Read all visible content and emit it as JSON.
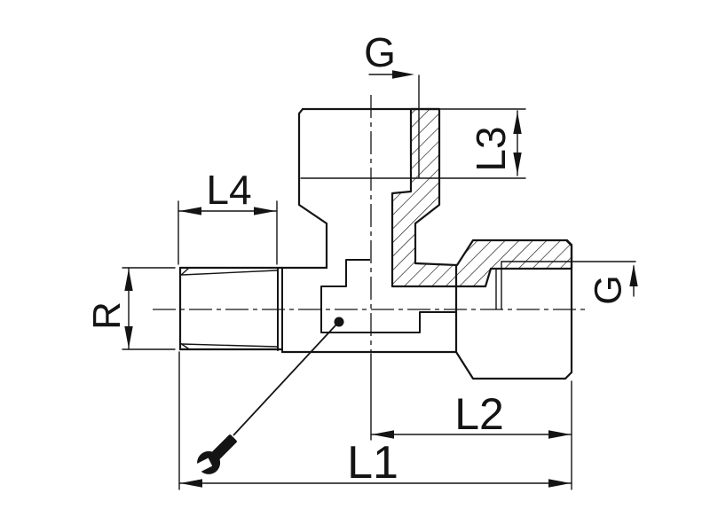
{
  "canvas": {
    "background": "#ffffff",
    "stroke_color": "#141414",
    "description": "Sectioned engineering drawing of a male branch tee pipe fitting with thread and length dimensions"
  },
  "drawing": {
    "labels": [
      {
        "id": "thread-size-top",
        "text": "G"
      },
      {
        "id": "dim-thread-depth-top",
        "text": "L3"
      },
      {
        "id": "dim-thread-length-left",
        "text": "L4"
      },
      {
        "id": "thread-size-left",
        "text": "R"
      },
      {
        "id": "thread-size-right",
        "text": "G"
      },
      {
        "id": "dim-right-port-length",
        "text": "L2"
      },
      {
        "id": "dim-overall-length",
        "text": "L1"
      }
    ],
    "icons": [
      {
        "id": "wrench",
        "name": "wrench-icon",
        "meaning": "wrench-flat indicator pointing at fitting body"
      }
    ]
  }
}
